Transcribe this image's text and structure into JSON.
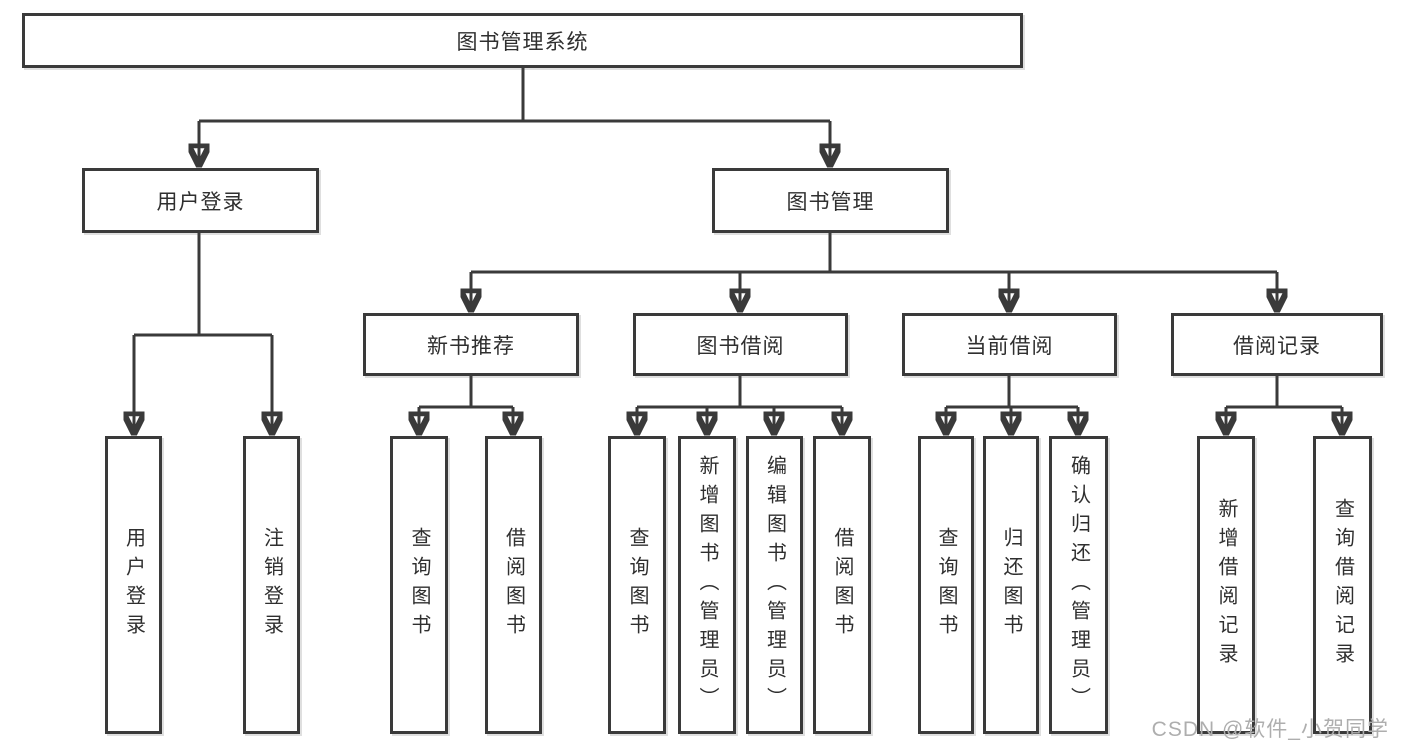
{
  "tree": {
    "label": "图书管理系统",
    "children": [
      {
        "label": "用户登录",
        "children": [
          {
            "label": "用户登录"
          },
          {
            "label": "注销登录"
          }
        ]
      },
      {
        "label": "图书管理",
        "children": [
          {
            "label": "新书推荐",
            "children": [
              {
                "label": "查询图书"
              },
              {
                "label": "借阅图书"
              }
            ]
          },
          {
            "label": "图书借阅",
            "children": [
              {
                "label": "查询图书"
              },
              {
                "label": "新增图书（管理员）"
              },
              {
                "label": "编辑图书（管理员）"
              },
              {
                "label": "借阅图书"
              }
            ]
          },
          {
            "label": "当前借阅",
            "children": [
              {
                "label": "查询图书"
              },
              {
                "label": "归还图书"
              },
              {
                "label": "确认归还（管理员）"
              }
            ]
          },
          {
            "label": "借阅记录",
            "children": [
              {
                "label": "新增借阅记录"
              },
              {
                "label": "查询借阅记录"
              }
            ]
          }
        ]
      }
    ]
  },
  "watermark": "CSDN @软件_小贺同学",
  "colors": {
    "line": "#3a3a3a",
    "text": "#2f2f2f",
    "background": "#ffffff",
    "watermark": "#aeaeae"
  }
}
